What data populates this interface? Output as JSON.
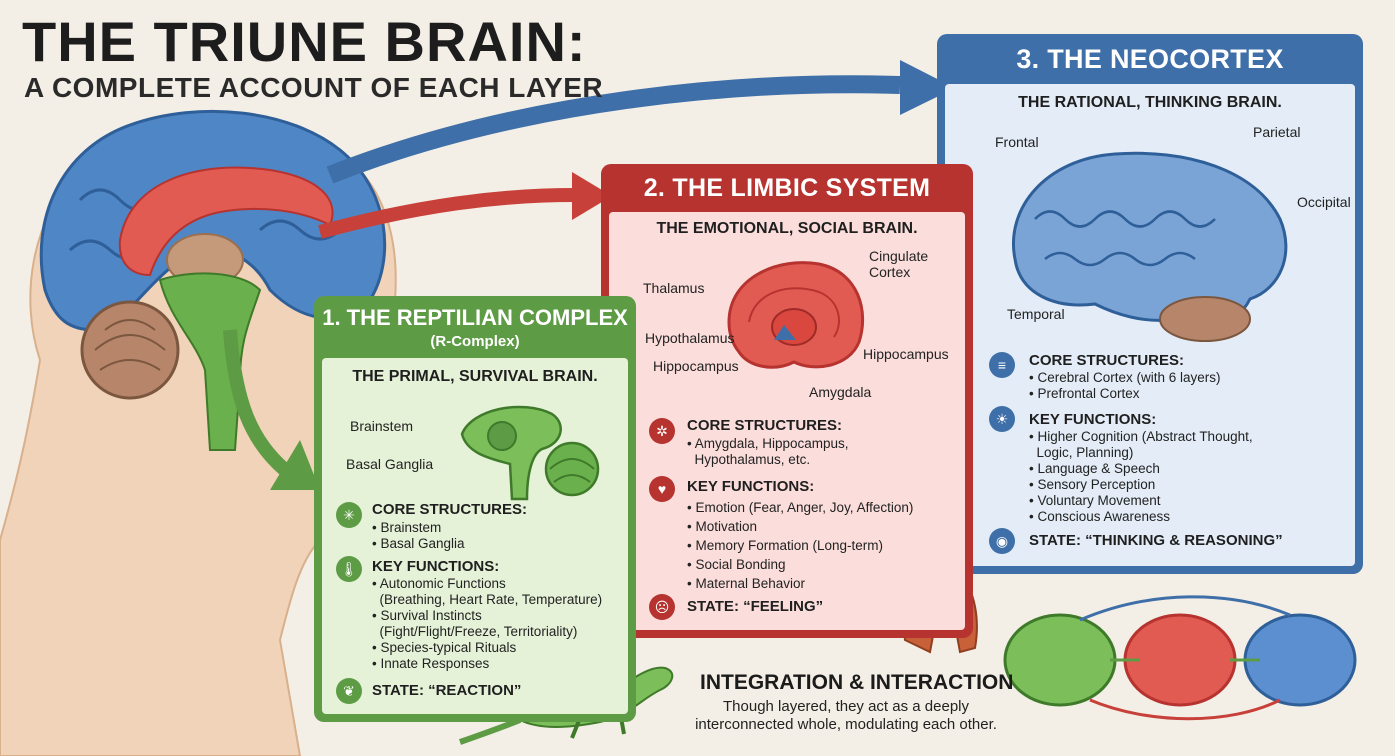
{
  "title": "THE TRIUNE BRAIN:",
  "subtitle": "A COMPLETE ACCOUNT OF EACH LAYER",
  "colors": {
    "reptilian": "#5e9b45",
    "limbic": "#b6332f",
    "neocortex": "#3e6fa8"
  },
  "reptilian": {
    "heading": "1. THE REPTILIAN COMPLEX",
    "heading_sub": "(R-Complex)",
    "tagline": "THE PRIMAL, SURVIVAL BRAIN.",
    "labels": [
      "Brainstem",
      "Basal Ganglia"
    ],
    "core_title": "CORE STRUCTURES:",
    "core_items": [
      "Brainstem",
      "Basal Ganglia"
    ],
    "func_title": "KEY FUNCTIONS:",
    "func_items": [
      "Autonomic Functions",
      "(Breathing, Heart Rate, Temperature)",
      "Survival Instincts",
      "(Fight/Flight/Freeze, Territoriality)",
      "Species-typical Rituals",
      "Innate Responses"
    ],
    "state": "STATE: “REACTION”",
    "icons": [
      "network-icon",
      "thermometer-icon",
      "leaf-icon"
    ]
  },
  "limbic": {
    "heading": "2. THE LIMBIC SYSTEM",
    "tagline": "THE EMOTIONAL, SOCIAL BRAIN.",
    "labels": [
      "Cingulate",
      "Cortex",
      "Thalamus",
      "Hypothalamus",
      "Hippocampus",
      "Hippocampus",
      "Amygdala"
    ],
    "core_title": "CORE STRUCTURES:",
    "core_items": [
      "Amygdala, Hippocampus,",
      "Hypothalamus, etc."
    ],
    "func_title": "KEY FUNCTIONS:",
    "func_items": [
      "Emotion (Fear, Anger, Joy, Affection)",
      "Motivation",
      "Memory Formation (Long-term)",
      "Social Bonding",
      "Maternal Behavior"
    ],
    "state": "STATE: “FEELING”",
    "icons": [
      "brain-spark-icon",
      "heart-icon",
      "sad-face-icon"
    ]
  },
  "neocortex": {
    "heading": "3. THE NEOCORTEX",
    "tagline": "THE RATIONAL, THINKING BRAIN.",
    "labels": [
      "Frontal",
      "Parietal",
      "Occipital",
      "Temporal"
    ],
    "core_title": "CORE STRUCTURES:",
    "core_items": [
      "Cerebral Cortex (with 6 layers)",
      "Prefrontal Cortex"
    ],
    "func_title": "KEY FUNCTIONS:",
    "func_items": [
      "Higher Cognition (Abstract Thought,",
      "Logic, Planning)",
      "Language & Speech",
      "Sensory Perception",
      "Voluntary Movement",
      "Conscious Awareness"
    ],
    "state": "STATE: “THINKING & REASONING”",
    "icons": [
      "layers-icon",
      "lightbulb-icon",
      "bulb-head-icon"
    ]
  },
  "integration": {
    "title": "INTEGRATION & INTERACTION",
    "text": "Though layered, they act as a deeply interconnected whole, modulating each other."
  }
}
